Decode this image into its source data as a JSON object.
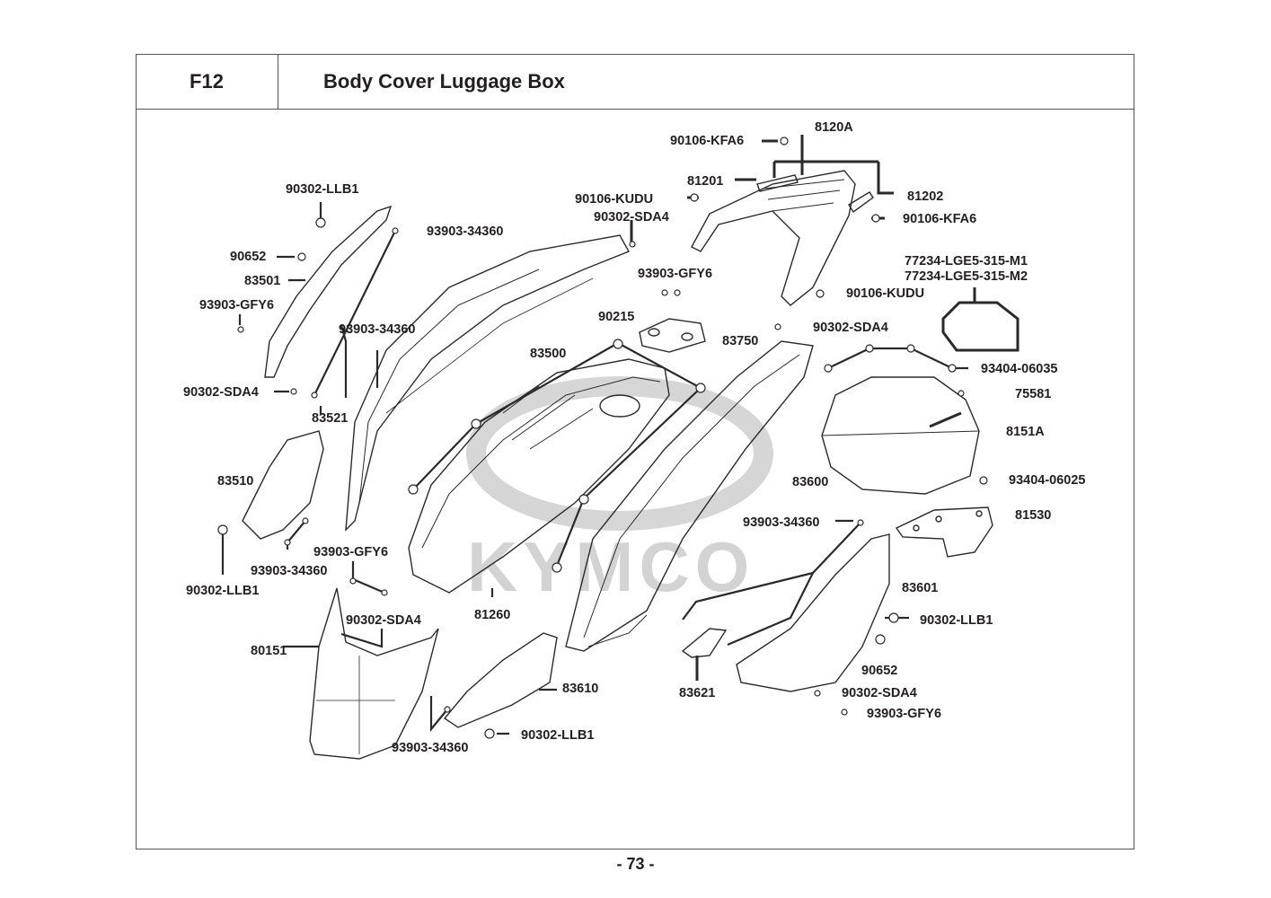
{
  "header": {
    "section_code": "F12",
    "title": "Body Cover  Luggage Box"
  },
  "watermark": {
    "brand": "KYMCO",
    "color": "#d3d3d3"
  },
  "page_number": "- 73 -",
  "parts": [
    {
      "id": "p01",
      "number": "90106-KFA6",
      "component": "rear-carrier-bolt"
    },
    {
      "id": "p02",
      "number": "8120A",
      "component": "rear-carrier-assembly"
    },
    {
      "id": "p03",
      "number": "81201",
      "component": "carrier-pad-left"
    },
    {
      "id": "p04",
      "number": "81202",
      "component": "carrier-pad-right"
    },
    {
      "id": "p05",
      "number": "90106-KFA6",
      "component": "carrier-bolt-right"
    },
    {
      "id": "p06",
      "number": "90106-KUDU",
      "component": "carrier-bolt-front"
    },
    {
      "id": "p07",
      "number": "90302-SDA4",
      "component": "speed-nut"
    },
    {
      "id": "p08",
      "number": "93903-GFY6",
      "component": "tapping-screw"
    },
    {
      "id": "p09",
      "number": "90215",
      "component": "luggage-box-nut"
    },
    {
      "id": "p10",
      "number": "83750",
      "component": "battery-cover"
    },
    {
      "id": "p11",
      "number": "90106-KUDU",
      "component": "bolt-right-side"
    },
    {
      "id": "p12",
      "number": "90302-SDA4",
      "component": "speed-nut-right"
    },
    {
      "id": "p13",
      "number": "77234-LGE5-315-M1",
      "component": "key-set-m1"
    },
    {
      "id": "p14",
      "number": "77234-LGE5-315-M2",
      "component": "key-set-m2"
    },
    {
      "id": "p15",
      "number": "93404-06035",
      "component": "top-box-bolt"
    },
    {
      "id": "p16",
      "number": "75581",
      "component": "clip"
    },
    {
      "id": "p17",
      "number": "8151A",
      "component": "top-box"
    },
    {
      "id": "p18",
      "number": "93404-06025",
      "component": "top-box-bolt-short"
    },
    {
      "id": "p19",
      "number": "81530",
      "component": "top-box-base-plate"
    },
    {
      "id": "p20",
      "number": "90302-LLB1",
      "component": "screw-top-left"
    },
    {
      "id": "p21",
      "number": "93903-34360",
      "component": "screw-left-rail"
    },
    {
      "id": "p22",
      "number": "90652",
      "component": "clip-left"
    },
    {
      "id": "p23",
      "number": "83501",
      "component": "left-side-rail"
    },
    {
      "id": "p24",
      "number": "93903-GFY6",
      "component": "screw-left"
    },
    {
      "id": "p25",
      "number": "93903-34360",
      "component": "screw-left-bracket"
    },
    {
      "id": "p26",
      "number": "83500",
      "component": "left-body-cover"
    },
    {
      "id": "p27",
      "number": "90302-SDA4",
      "component": "speed-nut-left"
    },
    {
      "id": "p28",
      "number": "83521",
      "component": "left-bracket"
    },
    {
      "id": "p29",
      "number": "83510",
      "component": "left-lower-cover"
    },
    {
      "id": "p30",
      "number": "93903-34360",
      "component": "screw-left-lower"
    },
    {
      "id": "p31",
      "number": "90302-LLB1",
      "component": "screw-left-lower-bolt"
    },
    {
      "id": "p32",
      "number": "93903-GFY6",
      "component": "screw-center-lower"
    },
    {
      "id": "p33",
      "number": "90302-SDA4",
      "component": "speed-nut-rear"
    },
    {
      "id": "p34",
      "number": "81260",
      "component": "luggage-box"
    },
    {
      "id": "p35",
      "number": "80151",
      "component": "rear-fender"
    },
    {
      "id": "p36",
      "number": "83610",
      "component": "right-lower-cover"
    },
    {
      "id": "p37",
      "number": "93903-34360",
      "component": "screw-lower-center"
    },
    {
      "id": "p38",
      "number": "90302-LLB1",
      "component": "bolt-lower-center"
    },
    {
      "id": "p39",
      "number": "83600",
      "component": "right-body-cover"
    },
    {
      "id": "p40",
      "number": "93903-34360",
      "component": "screw-right-rail"
    },
    {
      "id": "p41",
      "number": "83601",
      "component": "right-side-rail"
    },
    {
      "id": "p42",
      "number": "90302-LLB1",
      "component": "bolt-right-rail"
    },
    {
      "id": "p43",
      "number": "90652",
      "component": "clip-right"
    },
    {
      "id": "p44",
      "number": "83621",
      "component": "right-bracket"
    },
    {
      "id": "p45",
      "number": "90302-SDA4",
      "component": "speed-nut-right-lower"
    },
    {
      "id": "p46",
      "number": "93903-GFY6",
      "component": "screw-right-lower"
    }
  ]
}
